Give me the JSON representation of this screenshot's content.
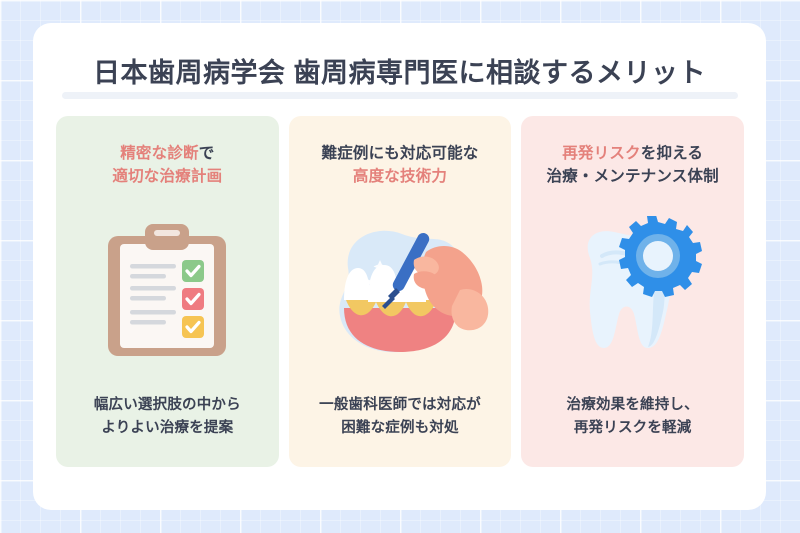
{
  "header": {
    "title": "日本歯周病学会 歯周病専門医に相談するメリット"
  },
  "theme": {
    "page_background": "#dfeafc",
    "panel_background": "#ffffff",
    "accent_text": "#e4817b",
    "body_text": "#3b4254",
    "title_underline": "#eef2f8"
  },
  "cards": [
    {
      "id": "precise-diagnosis",
      "background": "#e9f2e6",
      "heading_line1_accent": "精密な診断",
      "heading_line1_plain": "で",
      "heading_line2_accent": "適切な治療計画",
      "heading_line2_plain": "",
      "icon": "clipboard-checklist-icon",
      "caption_line1": "幅広い選択肢の中から",
      "caption_line2": "よりよい治療を提案",
      "checkbox_colors": [
        "#8cc98a",
        "#ef7b81",
        "#f6c453"
      ]
    },
    {
      "id": "advanced-technique",
      "background": "#fdf4e6",
      "heading_line1_accent": "",
      "heading_line1_plain": "難症例にも対応可能な",
      "heading_line2_accent": "高度な技術力",
      "heading_line2_plain": "",
      "icon": "dental-scaling-hand-icon",
      "caption_line1": "一般歯科医師では対応が",
      "caption_line2": "困難な症例も対処",
      "tool_color": "#3a6fc4",
      "gum_color": "#ef8282",
      "plaque_color": "#f2c862"
    },
    {
      "id": "relapse-prevention",
      "background": "#fce8e6",
      "heading_line1_accent": "再発リスク",
      "heading_line1_plain": "を抑える",
      "heading_line2_accent": "",
      "heading_line2_plain": "治療・メンテナンス体制",
      "icon": "tooth-gear-icon",
      "caption_line1": "治療効果を維持し、",
      "caption_line2": "再発リスクを軽減",
      "gear_color": "#2f8fe8",
      "tooth_color": "#e8f3fd"
    }
  ]
}
